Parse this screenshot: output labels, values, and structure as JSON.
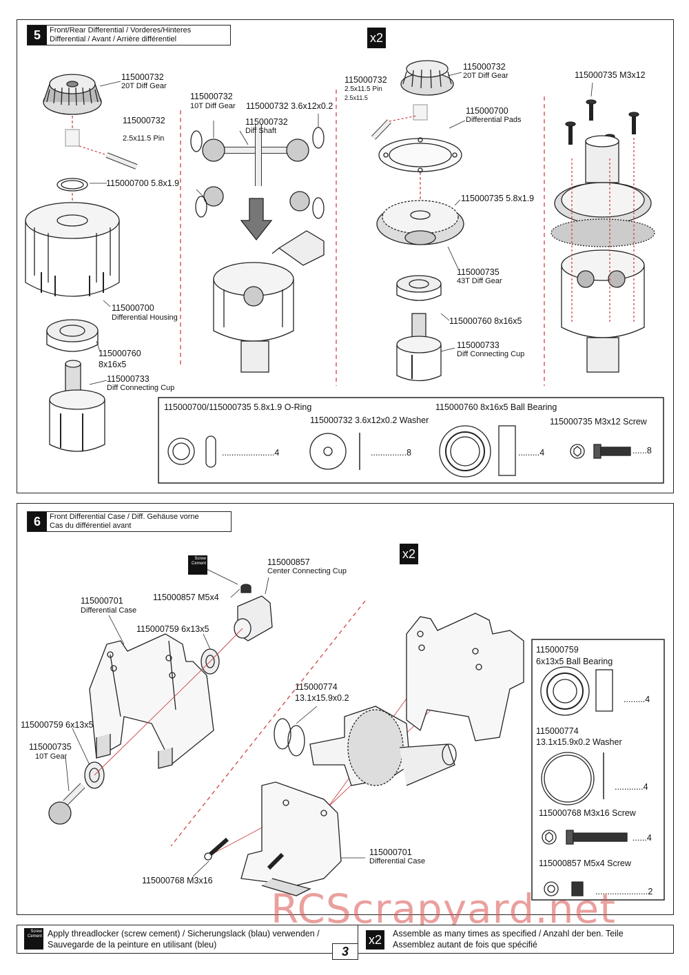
{
  "step5": {
    "number": "5",
    "title_line1": "Front/Rear Differential / Vorderes/Hinteres",
    "title_line2": "Differential / Avant / Arrière différentiel",
    "multiplier": "x2",
    "labels": {
      "gear20_part": "115000732",
      "gear20_name": "20T Diff Gear",
      "pin_part": "115000732",
      "pin_name": "2.5x11.5 Pin",
      "oring_a": "115000700 5.8x1.9",
      "housing_part": "115000700",
      "housing_name": "Differential Housing",
      "bearing_part": "115000760",
      "bearing_size": "8x16x5",
      "cup_part": "115000733",
      "cup_name": "Diff Connecting Cup",
      "gear10_part": "115000732",
      "gear10_name": "10T Diff Gear",
      "washer_label": "115000732 3.6x12x0.2",
      "shaft_part": "115000732",
      "shaft_name": "Diff Shaft",
      "r_gear20_part": "115000732",
      "r_gear20_name": "20T Diff Gear",
      "r_pin_part": "115000732",
      "r_pin_name": "2.5x11.5 Pin",
      "r_pin_small": "2.5x11.5",
      "pads_part": "115000700",
      "pads_name": "Differential Pads",
      "r_oring": "115000735 5.8x1.9",
      "gear43_part": "115000735",
      "gear43_name": "43T Diff Gear",
      "r_bearing": "115000760  8x16x5",
      "r_cup_part": "115000733",
      "r_cup_name": "Diff Connecting Cup",
      "screw_label": "115000735  M3x12"
    },
    "parts_box": {
      "oring_title": "115000700/115000735  5.8x1.9 O-Ring",
      "oring_qty": "......................4",
      "washer_title": "115000732  3.6x12x0.2 Washer",
      "washer_qty": "...............8",
      "bearing_title": "115000760  8x16x5 Ball Bearing",
      "bearing_qty": ".........4",
      "screw_title": "115000735  M3x12 Screw",
      "screw_qty": "......8"
    }
  },
  "step6": {
    "number": "6",
    "title_line1": "Front Differential Case / Diff. Gehäuse vorne",
    "title_line2": "Cas du différentiel avant",
    "multiplier": "x2",
    "screw_cement_icon": "Screw Cement",
    "labels": {
      "ccup_part": "115000857",
      "ccup_name": "Center Connecting Cup",
      "setscrew": "115000857  M5x4",
      "case_part": "115000701",
      "case_name": "Differential Case",
      "bearing_a": "115000759 6x13x5",
      "bearing_b": "115000759 6x13x5",
      "gear10_part": "115000735",
      "gear10_name": "10T Gear",
      "washer_part": "115000774",
      "washer_size": "13.1x15.9x0.2",
      "case2_part": "115000701",
      "case2_name": "Differential Case",
      "screw": "115000768  M3x16"
    },
    "parts_box": {
      "bearing_part": "115000759",
      "bearing_title": "6x13x5 Ball Bearing",
      "bearing_qty": ".........4",
      "washer_part": "115000774",
      "washer_title": "13.1x15.9x0.2 Washer",
      "washer_qty": "............4",
      "screw_title": "115000768  M3x16 Screw",
      "screw_qty": "......4",
      "setscrew_title": "115000857  M5x4 Screw",
      "setscrew_qty": "......................2"
    }
  },
  "footer": {
    "threadlock_icon": "Screw Cement",
    "threadlock_line1": "Apply threadlocker (screw cement) / Sicherungslack (blau) verwenden /",
    "threadlock_line2": "Sauvegarde de la peinture en utilisant (bleu)",
    "x2": "x2",
    "assemble_line1": "Assemble as many times as specified / Anzahl der ben. Teile",
    "assemble_line2": "Assemblez autant de fois que spécifié",
    "page_number": "3"
  },
  "watermark": "RCScrapyard.net"
}
